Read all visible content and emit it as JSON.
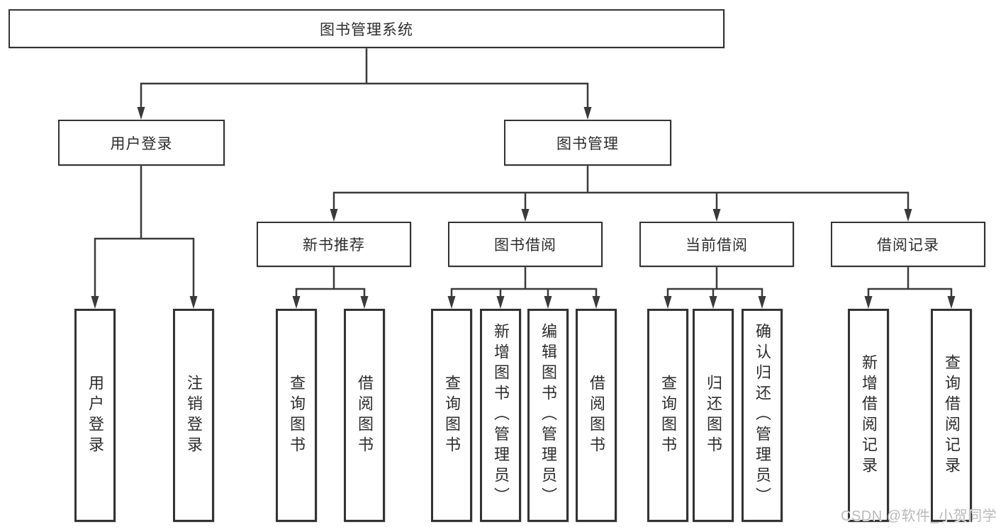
{
  "diagram": {
    "root": {
      "label": "图书管理系统"
    },
    "level2": [
      {
        "label": "用户登录"
      },
      {
        "label": "图书管理"
      }
    ],
    "level3": [
      {
        "label": "新书推荐"
      },
      {
        "label": "图书借阅"
      },
      {
        "label": "当前借阅"
      },
      {
        "label": "借阅记录"
      }
    ],
    "leaves": {
      "login": [
        "用户登录",
        "注销登录"
      ],
      "recommend": [
        "查询图书",
        "借阅图书"
      ],
      "borrow": [
        "查询图书",
        "新增图书（管理员）",
        "编辑图书（管理员）",
        "借阅图书"
      ],
      "current": [
        "查询图书",
        "归还图书",
        "确认归还（管理员）"
      ],
      "records": [
        "新增借阅记录",
        "查询借阅记录"
      ]
    },
    "colors": {
      "line": "#3a3a3a",
      "box_border": "#333333",
      "text": "#2c2c2c",
      "background": "#ffffff",
      "watermark": "#b9b9b9"
    }
  },
  "watermark": {
    "text": "CSDN @软件_小贺同学"
  }
}
